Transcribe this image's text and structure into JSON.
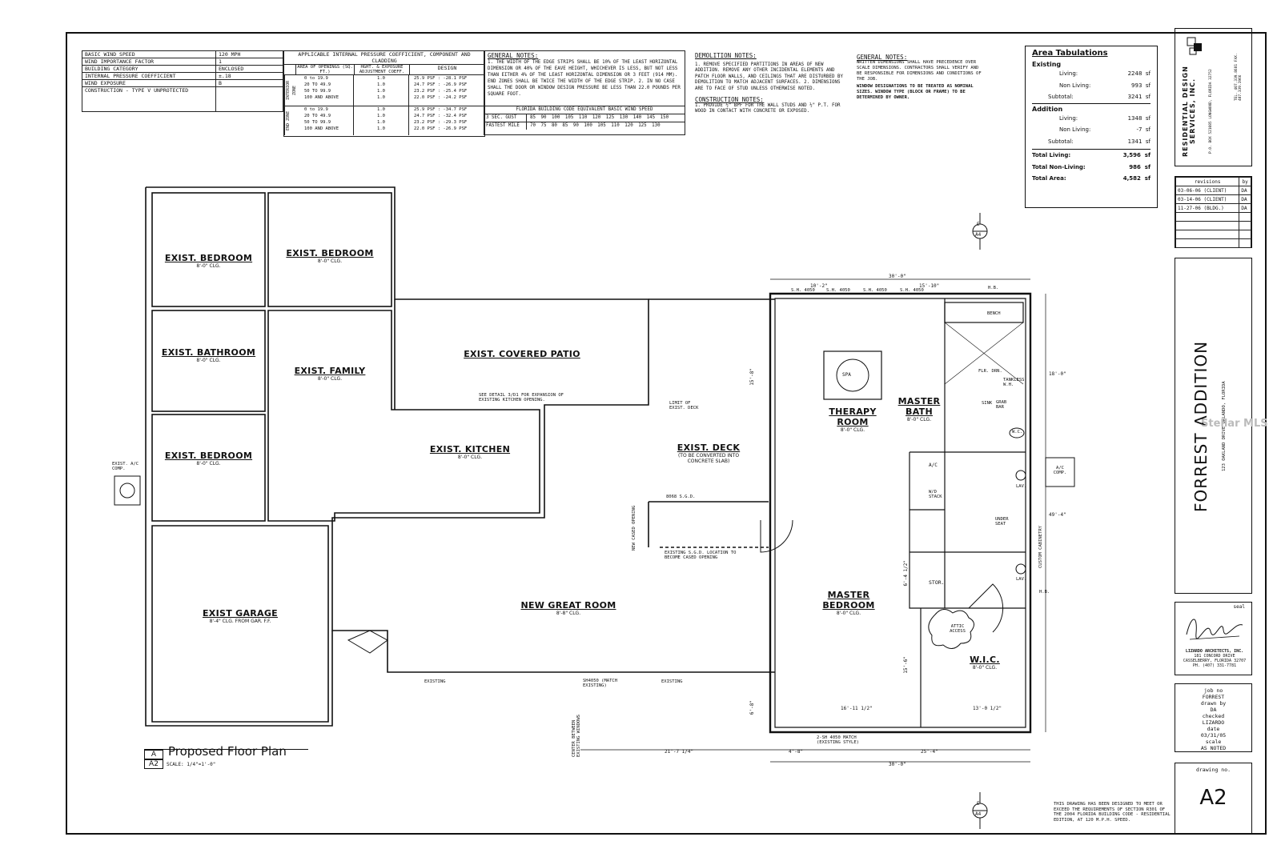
{
  "wind_table": {
    "rows": [
      {
        "label": "BASIC WIND SPEED",
        "value": "120 MPH"
      },
      {
        "label": "WIND IMPORTANCE FACTOR",
        "value": "1"
      },
      {
        "label": "BUILDING CATEGORY",
        "value": "ENCLOSED"
      },
      {
        "label": "INTERNAL PRESSURE COEFFICIENT",
        "value": "±.18"
      },
      {
        "label": "WIND EXPOSURE",
        "value": "B"
      },
      {
        "label": "CONSTRUCTION - TYPE V UNPROTECTED",
        "value": ""
      }
    ],
    "pressure_title": "APPLICABLE INTERNAL PRESSURE COEFFICIENT, COMPONENT AND CLADDING",
    "col_area": "AREA OF OPENINGS (SQ. FT.)",
    "col_height": "HGHT. & EXPOSURE ADJUSTMENT COEFF.",
    "col_design": "DESIGN",
    "interior_zone": "INTERIOR ZONE",
    "end_zone": "END ZONE",
    "areas": [
      "0 to 19.9",
      "20 TO 49.9",
      "50 TO 99.9",
      "100 AND ABOVE"
    ],
    "coeffs": [
      "1.0",
      "1.0",
      "1.0",
      "1.0"
    ],
    "interior_design": [
      "25.9 PSF : -28.1 PSF",
      "24.7 PSF : -26.9 PSF",
      "23.2 PSF : -25.4 PSF",
      "22.0 PSF : -24.2 PSF"
    ],
    "end_design": [
      "25.9 PSF : -34.7 PSF",
      "24.7 PSF : -32.4 PSF",
      "23.2 PSF : -29.3 PSF",
      "22.0 PSF : -26.9 PSF"
    ],
    "fbc_title": "FLORIDA BUILDING CODE EQUIVALENT BASIC WIND SPEED",
    "gust_label": "3 SEC. GUST",
    "gust_values": "85  90  100  105  110  120  125  130  140  145  150",
    "mile_label": "FASTEST MILE",
    "mile_values": "70  75  80  85  90  100  105  110  120  125  130"
  },
  "general_notes_1": {
    "title": "GENERAL NOTES:",
    "text": "1. THE WIDTH OF THE EDGE STRIPS SHALL BE 10% OF THE LEAST HORIZONTAL DIMENSION OR 40% OF THE EAVE HEIGHT, WHICHEVER IS LESS, BUT NOT LESS THAN EITHER 4% OF THE LEAST HORIZONTAL DIMENSION OR 3 FEET (914 MM). END ZONES SHALL BE TWICE THE WIDTH OF THE EDGE STRIP. 2. IN NO CASE SHALL THE DOOR OR WINDOW DESIGN PRESSURE BE LESS THAN 22.0 POUNDS PER SQUARE FOOT."
  },
  "demolition_notes": {
    "title": "DEMOLITION NOTES:",
    "text": "1. REMOVE SPECIFIED PARTITIONS IN AREAS OF NEW ADDITION. REMOVE ANY OTHER INCIDENTAL ELEMENTS AND PATCH FLOOR WALLS, AND CEILINGS THAT ARE DISTURBED BY DEMOLITION TO MATCH ADJACENT SURFACES. 2. DIMENSIONS ARE TO FACE OF STUD UNLESS OTHERWISE NOTED."
  },
  "construction_notes": {
    "title": "CONSTRUCTION NOTES:",
    "text": "1. PROVIDE ½\" BPF FOR THE WALL STUDS AND ½\" P.T. FOR WOOD IN CONTACT WITH CONCRETE OR EXPOSED."
  },
  "general_notes_2": {
    "title": "GENERAL NOTES:",
    "text": "WRITTEN DIMENSIONS SHALL HAVE PRECEDENCE OVER SCALE DIMENSIONS. CONTRACTORS SHALL VERIFY AND BE RESPONSIBLE FOR DIMENSIONS AND CONDITIONS OF THE JOB.",
    "text_bold": "WINDOW DESIGNATIONS TO BE TREATED AS NOMINAL SIZES. WINDOW TYPE (BLOCK OR FRAME) TO BE DETERMINED BY OWNER."
  },
  "area_tabulations": {
    "title": "Area Tabulations",
    "existing_label": "Existing",
    "addition_label": "Addition",
    "existing": [
      {
        "label": "Living:",
        "value": "2248",
        "unit": "sf"
      },
      {
        "label": "Non Living:",
        "value": "993",
        "unit": "sf"
      },
      {
        "label": "Subtotal:",
        "value": "3241",
        "unit": "sf"
      }
    ],
    "addition": [
      {
        "label": "Living:",
        "value": "1348",
        "unit": "sf"
      },
      {
        "label": "Non Living:",
        "value": "-7",
        "unit": "sf"
      },
      {
        "label": "Subtotal:",
        "value": "1341",
        "unit": "sf"
      }
    ],
    "totals": [
      {
        "label": "Total Living:",
        "value": "3,596",
        "unit": "sf"
      },
      {
        "label": "Total Non-Living:",
        "value": "986",
        "unit": "sf"
      },
      {
        "label": "Total Area:",
        "value": "4,582",
        "unit": "sf"
      }
    ]
  },
  "title_block": {
    "firm": "RESIDENTIAL DESIGN SERVICES, INC.",
    "firm_address": "P.O. BOX 521085  LONGWOOD, FLORIDA 32752",
    "firm_phone": "TEL. 407.339.8681  FAX. 407.339.1966",
    "revisions_header": "revisions",
    "by_header": "by",
    "revisions": [
      {
        "date": "03-06-06 (CLIENT)",
        "by": "DA"
      },
      {
        "date": "03-14-06 (CLIENT)",
        "by": "DA"
      },
      {
        "date": "11-27-06 (BLDG.)",
        "by": "DA"
      }
    ],
    "project": "FORREST ADDITION",
    "project_address": "123 OAKLAND DRIVE  ORLANDO, FLORIDA",
    "seal_label": "seal",
    "architect": "LIZARDO ARCHITECTS, INC.",
    "architect_address": "181 CONCORD DRIVE  CASSELBERRY, FLORIDA 32707",
    "architect_phone": "PH. (407) 331-7781",
    "job_no_label": "job no",
    "job_no": "FORREST",
    "drawn_by_label": "drawn by",
    "drawn_by": "DA",
    "checked_label": "checked",
    "checked": "LIZARDO",
    "date_label": "date",
    "date": "03/31/05",
    "scale_label": "scale",
    "scale": "AS NOTED",
    "drawing_no_label": "drawing no.",
    "drawing_no": "A2"
  },
  "watermark": "Stellar MLS",
  "plan": {
    "caption_letter": "A",
    "caption_sheet": "A2",
    "caption_title": "Proposed Floor Plan",
    "caption_scale": "SCALE: 1/4\"=1'-0\"",
    "code_note": "THIS DRAWING HAS BEEN DESIGNED TO MEET OR EXCEED THE REQUIREMENTS OF SECTION R301 OF THE 2004 FLORIDA BUILDING CODE - RESIDENTIAL EDITION, AT 120 M.P.H. SPEED.",
    "section_marker_letter": "E",
    "section_marker_sheet": "A4",
    "ac_label": "EXIST. A/C COMP.",
    "ac_new_label": "A/C COMP.",
    "rooms": {
      "bed1": {
        "name": "EXIST. BEDROOM",
        "clg": "8'-0\" CLG."
      },
      "bed2": {
        "name": "EXIST. BEDROOM",
        "clg": "8'-0\" CLG."
      },
      "bath": {
        "name": "EXIST. BATHROOM",
        "clg": "8'-0\" CLG."
      },
      "family": {
        "name": "EXIST. FAMILY",
        "clg": "8'-0\" CLG."
      },
      "bed3": {
        "name": "EXIST. BEDROOM",
        "clg": "8'-0\" CLG."
      },
      "patio": {
        "name": "EXIST. COVERED PATIO",
        "clg": ""
      },
      "kitchen": {
        "name": "EXIST. KITCHEN",
        "clg": "8'-0\" CLG."
      },
      "deck": {
        "name": "EXIST. DECK",
        "clg": "(TO BE CONVERTED INTO CONCRETE SLAB)"
      },
      "garage": {
        "name": "EXIST GARAGE",
        "clg": "8'-4\" CLG. FROM GAR. F.F."
      },
      "great": {
        "name": "NEW GREAT ROOM",
        "clg": "8'-8\" CLG."
      },
      "therapy": {
        "name": "THERAPY ROOM",
        "clg": "8'-0\" CLG."
      },
      "masterbath": {
        "name": "MASTER BATH",
        "clg": "8'-0\" CLG."
      },
      "masterbed": {
        "name": "MASTER BEDROOM",
        "clg": "8'-0\" CLG."
      },
      "wic": {
        "name": "W.I.C.",
        "clg": "8'-0\" CLG."
      }
    },
    "labels": {
      "spa": "SPA",
      "bench": "BENCH",
      "tankless": "TANKLESS W.H.",
      "sink": "SINK",
      "grab_bar": "GRAB BAR",
      "flr_drn": "FLR. DRN.",
      "wc": "W.C.",
      "lav": "LAV.",
      "stor": "STOR.",
      "attic": "ATTIC ACCESS",
      "ac": "A/C",
      "wd": "W/D STACK",
      "custom_cab": "CUSTOM CABINETRY",
      "under_seat": "UNDER SEAT",
      "kitchen_note": "SEE DETAIL 3/D1 FOR EXPANSION OF EXISTING KITCHEN OPENING.",
      "limit_deck": "LIMIT OF EXIST. DECK",
      "sgd_note": "EXISTING S.G.D. LOCATION TO BECOME CASED OPENING",
      "cased_opening": "NEW CASED OPENING",
      "sgd": "8068 S.G.D.",
      "existing_l": "EXISTING",
      "existing_r": "EXISTING",
      "sh_match": "SH4050 (MATCH EXISTING)",
      "sh_match_b": "2-SH 4050 MATCH (EXISTING STYLE)",
      "center_note": "CENTER BETWEEN EXISTING WINDOWS",
      "hb": "H.B.",
      "sh_top": "S.H. 4050"
    },
    "dims": {
      "top_total": "30'-0\"",
      "top_left": "10'-2\"",
      "top_right": "15'-10\"",
      "right_top": "18'-0\"",
      "right_bottom": "49'-4\"",
      "bottom_total": "30'-0\"",
      "bottom_left": "4'-8\"",
      "bottom_right": "25'-4\"",
      "bottom_mid": "21'-7 1/4\"",
      "inner_1": "16'-11 1/2\"",
      "inner_2": "13'-0 1/2\"",
      "left_1": "15'-8\"",
      "left_2": "6'-4 1/2\"",
      "left_3": "6'-8\"",
      "left_4": "15'-6\""
    }
  }
}
